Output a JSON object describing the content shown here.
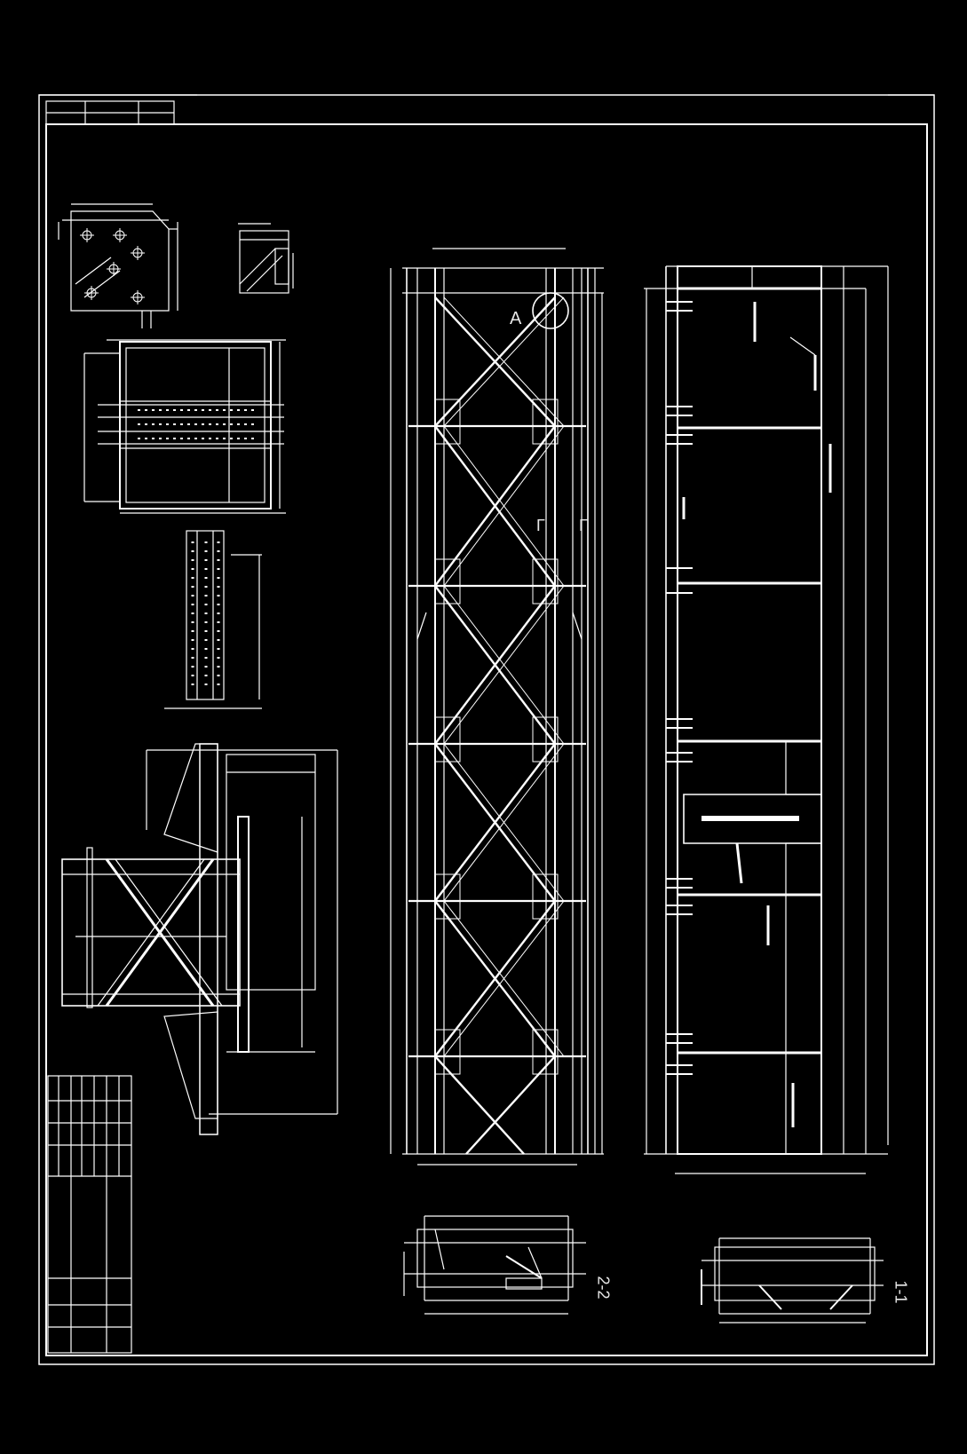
{
  "drawing": {
    "background": "#000000",
    "line_color": "#ffffff",
    "labels": {
      "detail_a": "A",
      "section_mark_left": "Γ",
      "section_mark_right": "Γ",
      "section_2_2": "2-2",
      "section_1_1": "1-1"
    }
  }
}
